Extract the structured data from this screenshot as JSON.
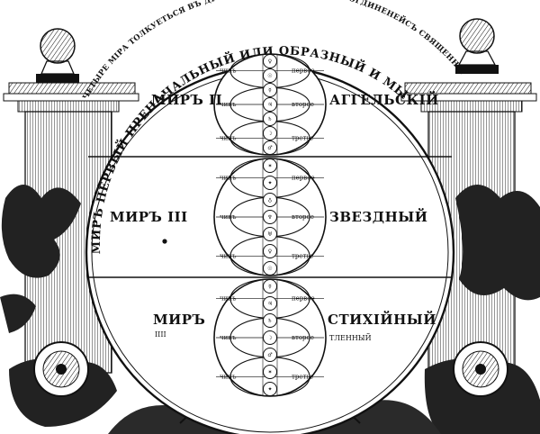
{
  "arcs": {
    "outer": "ЧЕТЫРЕ МІРА ТОЛКУЕТЬСЯ ВЪ ДРЕВНЕЙ ЧЕТВЕРОГУБИМЪ БОГДИНЕНЕЙСЪ СВЯЩЕННЫА",
    "inner": "МИРЪ ПЕРВЫЙ ПРЕНАЧАЛЬНЫЙ ИЛИ ОБРАЗНЫЙ И МЫСЛИТЕЛЬНЫЙ"
  },
  "worlds": [
    {
      "left": "МИРЪ ІІ",
      "right": "АГГЕЛЬСКІЙ",
      "sub": ""
    },
    {
      "left": "МИРЪ ІІІ",
      "right": "ЗВЕЗДНЫЙ",
      "sub": ""
    },
    {
      "left": "МИРЪ",
      "left2": "ІІІІ",
      "right": "СТИХІЙНЫЙ",
      "sub": "ТЛЕННЫЙ"
    }
  ],
  "chain_labels": {
    "first": "первое",
    "second": "второе",
    "third": "третье",
    "num": "чинъ"
  },
  "glyphs": [
    "♀",
    "☉",
    "☿",
    "♃",
    "♄",
    "☽",
    "♂",
    "✶",
    "✦",
    "♁",
    "♆",
    "♅"
  ]
}
